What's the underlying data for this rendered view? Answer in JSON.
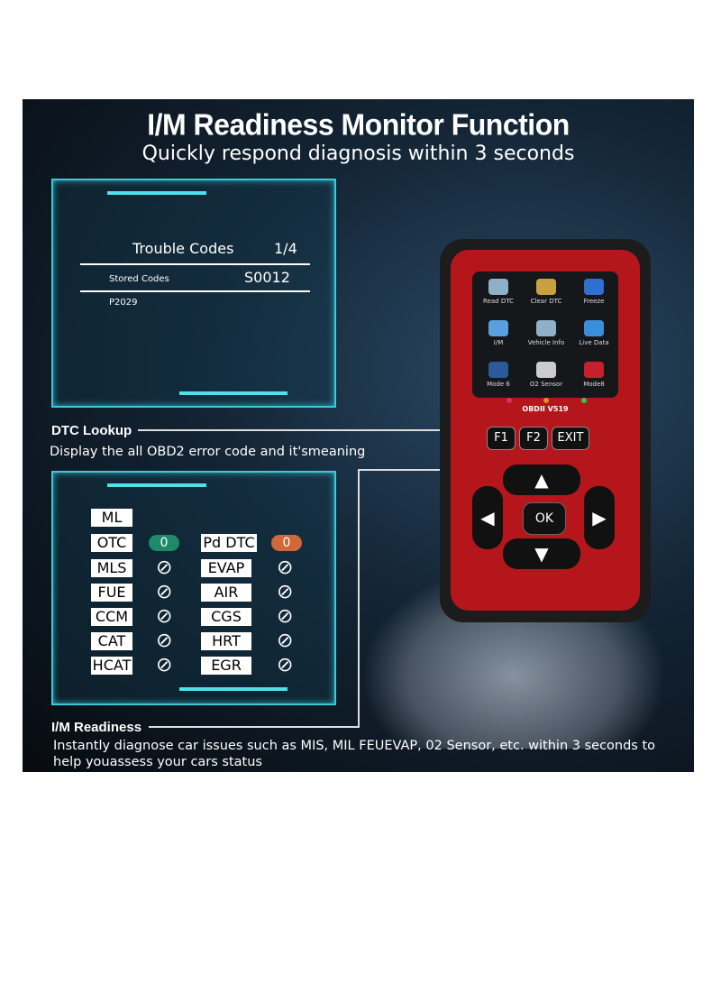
{
  "header": {
    "title": "I/M Readiness Monitor Function",
    "subtitle": "Quickly respond diagnosis within 3 seconds"
  },
  "dtc_screen": {
    "title": "Trouble Codes",
    "page": "1/4",
    "stored_label": "Stored Codes",
    "stored_value": "S0012",
    "code": "P2029"
  },
  "dtc_section": {
    "heading": "DTC Lookup",
    "description": "Display the all OBD2 error code and it'smeaning"
  },
  "im_screen": {
    "top_label": "ML",
    "otc": {
      "label": "OTC",
      "value": "0",
      "color": "#1e8a6a"
    },
    "pd_dtc": {
      "label": "Pd DTC",
      "value": "0",
      "color": "#d0683a"
    },
    "left_monitors": [
      "MLS",
      "FUE",
      "CCM",
      "CAT",
      "HCAT"
    ],
    "right_monitors": [
      "EVAP",
      "AIR",
      "CGS",
      "HRT",
      "EGR"
    ],
    "status_icon": "not-applicable-icon"
  },
  "im_section": {
    "heading": "I/M Readiness",
    "description": "Instantly diagnose car issues such as MIS, MIL FEUEVAP, 02 Sensor, etc. within 3 seconds to help youassess your cars status"
  },
  "device": {
    "apps": [
      "Read DTC",
      "Clear DTC",
      "Freeze",
      "I/M",
      "Vehicle Info",
      "Live Data",
      "Mode 6",
      "O2 Sensor",
      "Mode8"
    ],
    "model": "OBDII  V519",
    "keys": {
      "f1": "F1",
      "f2": "F2",
      "exit": "EXIT",
      "ok": "OK",
      "up": "▲",
      "down": "▼",
      "left": "◀",
      "right": "▶"
    },
    "led_colors": [
      "#d8325a",
      "#e88a2a",
      "#2fc94a"
    ]
  }
}
